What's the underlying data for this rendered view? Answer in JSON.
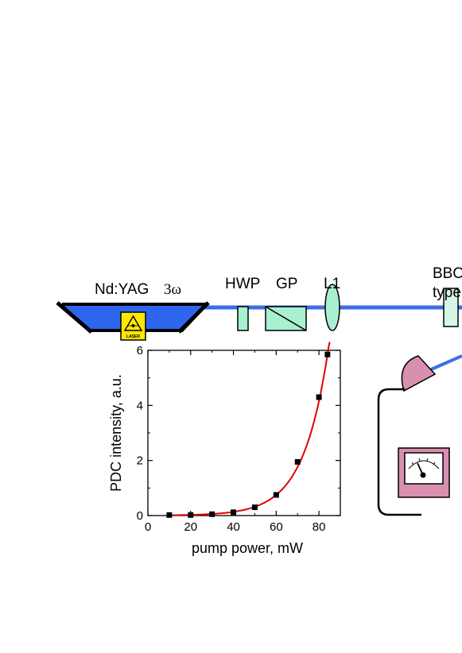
{
  "labels": {
    "laser": "Nd:YAG",
    "laser_harmonic": "3ω",
    "hwp": "HWP",
    "gp": "GP",
    "lens": "L1",
    "crystal_line1": "BBO",
    "crystal_line2": "type",
    "laser_sign": "LASER"
  },
  "colors": {
    "beam": "#3b6ee6",
    "laser_body": "#2f66f0",
    "optics_fill": "#a8f0cf",
    "detector": "#d98fb0",
    "fit_curve": "#e00000"
  },
  "chart_data": {
    "type": "scatter",
    "xlabel": "pump power, mW",
    "ylabel": "PDC intensity, a.u.",
    "xlim": [
      0,
      90
    ],
    "ylim": [
      0,
      6
    ],
    "xticks": [
      0,
      20,
      40,
      60,
      80
    ],
    "yticks": [
      0,
      2,
      4,
      6
    ],
    "grid": false,
    "series": [
      {
        "x": [
          10,
          20,
          30,
          40,
          50,
          60,
          70,
          80,
          84
        ],
        "y": [
          0.02,
          0.02,
          0.05,
          0.12,
          0.3,
          0.75,
          1.95,
          4.3,
          5.85
        ]
      }
    ],
    "fit": {
      "kind": "exponential",
      "x": [
        10,
        85
      ]
    }
  }
}
